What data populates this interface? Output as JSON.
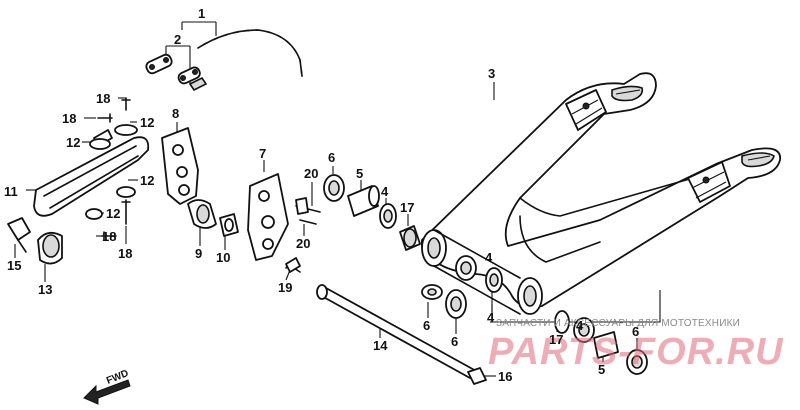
{
  "diagram": {
    "callouts": [
      {
        "id": "c1",
        "text": "1"
      },
      {
        "id": "c2",
        "text": "2"
      },
      {
        "id": "c3",
        "text": "3"
      },
      {
        "id": "c4a",
        "text": "4"
      },
      {
        "id": "c4b",
        "text": "4"
      },
      {
        "id": "c4c",
        "text": "4"
      },
      {
        "id": "c4d",
        "text": "4"
      },
      {
        "id": "c5a",
        "text": "5"
      },
      {
        "id": "c5b",
        "text": "5"
      },
      {
        "id": "c6a",
        "text": "6"
      },
      {
        "id": "c6b",
        "text": "6"
      },
      {
        "id": "c6c",
        "text": "6"
      },
      {
        "id": "c6d",
        "text": "6"
      },
      {
        "id": "c7",
        "text": "7"
      },
      {
        "id": "c8",
        "text": "8"
      },
      {
        "id": "c9",
        "text": "9"
      },
      {
        "id": "c10",
        "text": "10"
      },
      {
        "id": "c11",
        "text": "11"
      },
      {
        "id": "c12a",
        "text": "12"
      },
      {
        "id": "c12b",
        "text": "12"
      },
      {
        "id": "c12c",
        "text": "12"
      },
      {
        "id": "c12d",
        "text": "12"
      },
      {
        "id": "c13",
        "text": "13"
      },
      {
        "id": "c14",
        "text": "14"
      },
      {
        "id": "c15",
        "text": "15"
      },
      {
        "id": "c16",
        "text": "16"
      },
      {
        "id": "c17a",
        "text": "17"
      },
      {
        "id": "c17b",
        "text": "17"
      },
      {
        "id": "c18a",
        "text": "18"
      },
      {
        "id": "c18b",
        "text": "18"
      },
      {
        "id": "c18c",
        "text": "18"
      },
      {
        "id": "c18d",
        "text": "18"
      },
      {
        "id": "c19",
        "text": "19"
      },
      {
        "id": "c20a",
        "text": "20"
      },
      {
        "id": "c20b",
        "text": "20"
      }
    ],
    "fwd_label": "FWD"
  },
  "watermark": {
    "tagline": "ЗАПЧАСТИ И АКСЕССУАРЫ ДЛЯ МОТОТЕХНИКИ",
    "brand": "PARTS-FOR.RU"
  }
}
